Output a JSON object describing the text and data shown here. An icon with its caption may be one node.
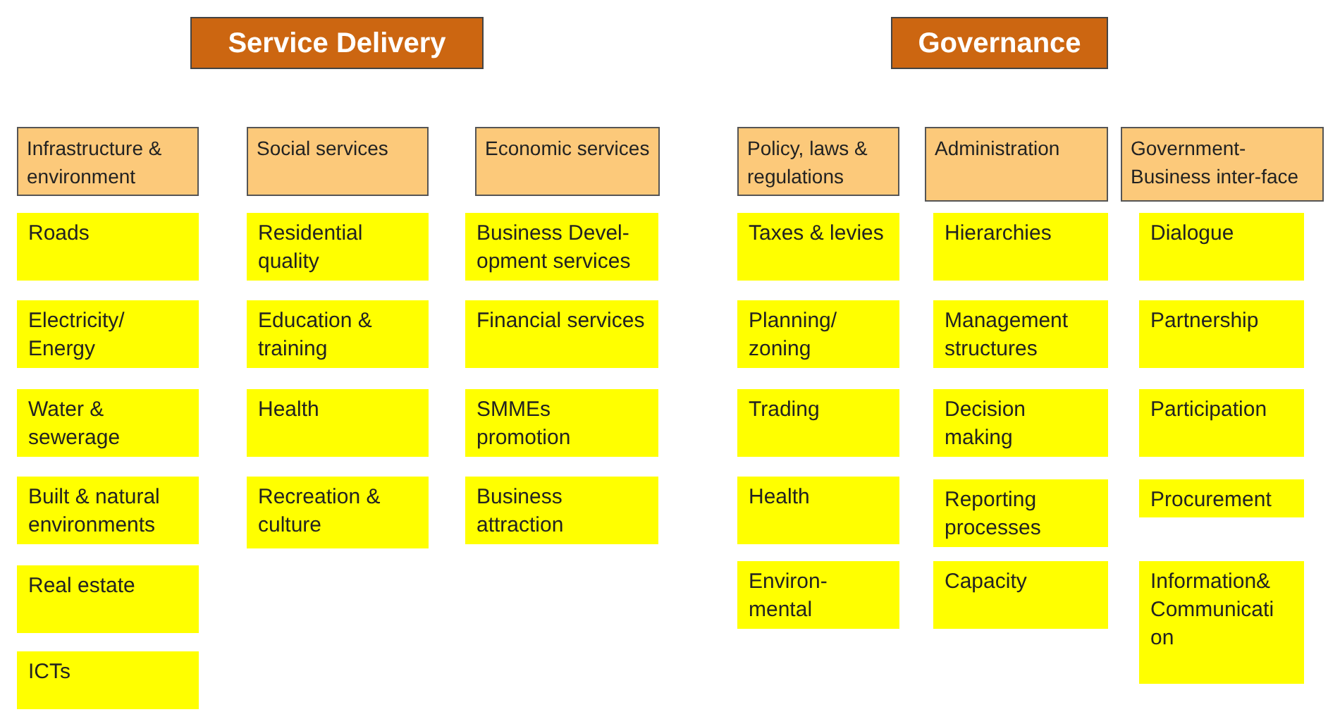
{
  "diagram": {
    "nodes": [
      {
        "text": [
          "Service Delivery"
        ]
      },
      {
        "text": [
          "Governance"
        ]
      },
      {
        "text": [
          "Infrastructure & environment"
        ]
      },
      {
        "text": [
          "Social services"
        ]
      },
      {
        "text": [
          "Economic services"
        ]
      },
      {
        "text": [
          "Policy, laws & regulations"
        ]
      },
      {
        "text": [
          "Administration"
        ]
      },
      {
        "text": [
          "Government- Business inter-face"
        ]
      },
      {
        "text": [
          "Roads"
        ]
      },
      {
        "text": [
          "Residential quality"
        ]
      },
      {
        "text": [
          "Business Devel- opment services"
        ]
      },
      {
        "text": [
          "Taxes & levies"
        ]
      },
      {
        "text": [
          "Hierarchies"
        ]
      },
      {
        "text": [
          "Dialogue"
        ]
      },
      {
        "text": [
          "Electricity/ Energy"
        ]
      },
      {
        "text": [
          "Education & training"
        ]
      },
      {
        "text": [
          "Financial services"
        ]
      },
      {
        "text": [
          "Planning/ zoning"
        ]
      },
      {
        "text": [
          "Management structures"
        ]
      },
      {
        "text": [
          "Partnership"
        ]
      },
      {
        "text": [
          "Water & sewerage"
        ]
      },
      {
        "text": [
          "Health"
        ]
      },
      {
        "text": [
          "SMMEs promotion"
        ]
      },
      {
        "text": [
          "Trading"
        ]
      },
      {
        "text": [
          "Decision making"
        ]
      },
      {
        "text": [
          "Participation"
        ]
      },
      {
        "text": [
          "Built & natural environments"
        ]
      },
      {
        "text": [
          "Recreation & culture"
        ]
      },
      {
        "text": [
          "Business attraction"
        ]
      },
      {
        "text": [
          "Health"
        ]
      },
      {
        "text": [
          "Reporting processes"
        ]
      },
      {
        "text": [
          "Procurement"
        ]
      },
      {
        "text": [
          "Real estate"
        ]
      },
      {
        "text": [
          "Environ- mental"
        ]
      },
      {
        "text": [
          "Capacity"
        ]
      },
      {
        "text": [
          "Information& Communicati on"
        ]
      },
      {
        "text": [
          "ICTs"
        ]
      }
    ]
  }
}
